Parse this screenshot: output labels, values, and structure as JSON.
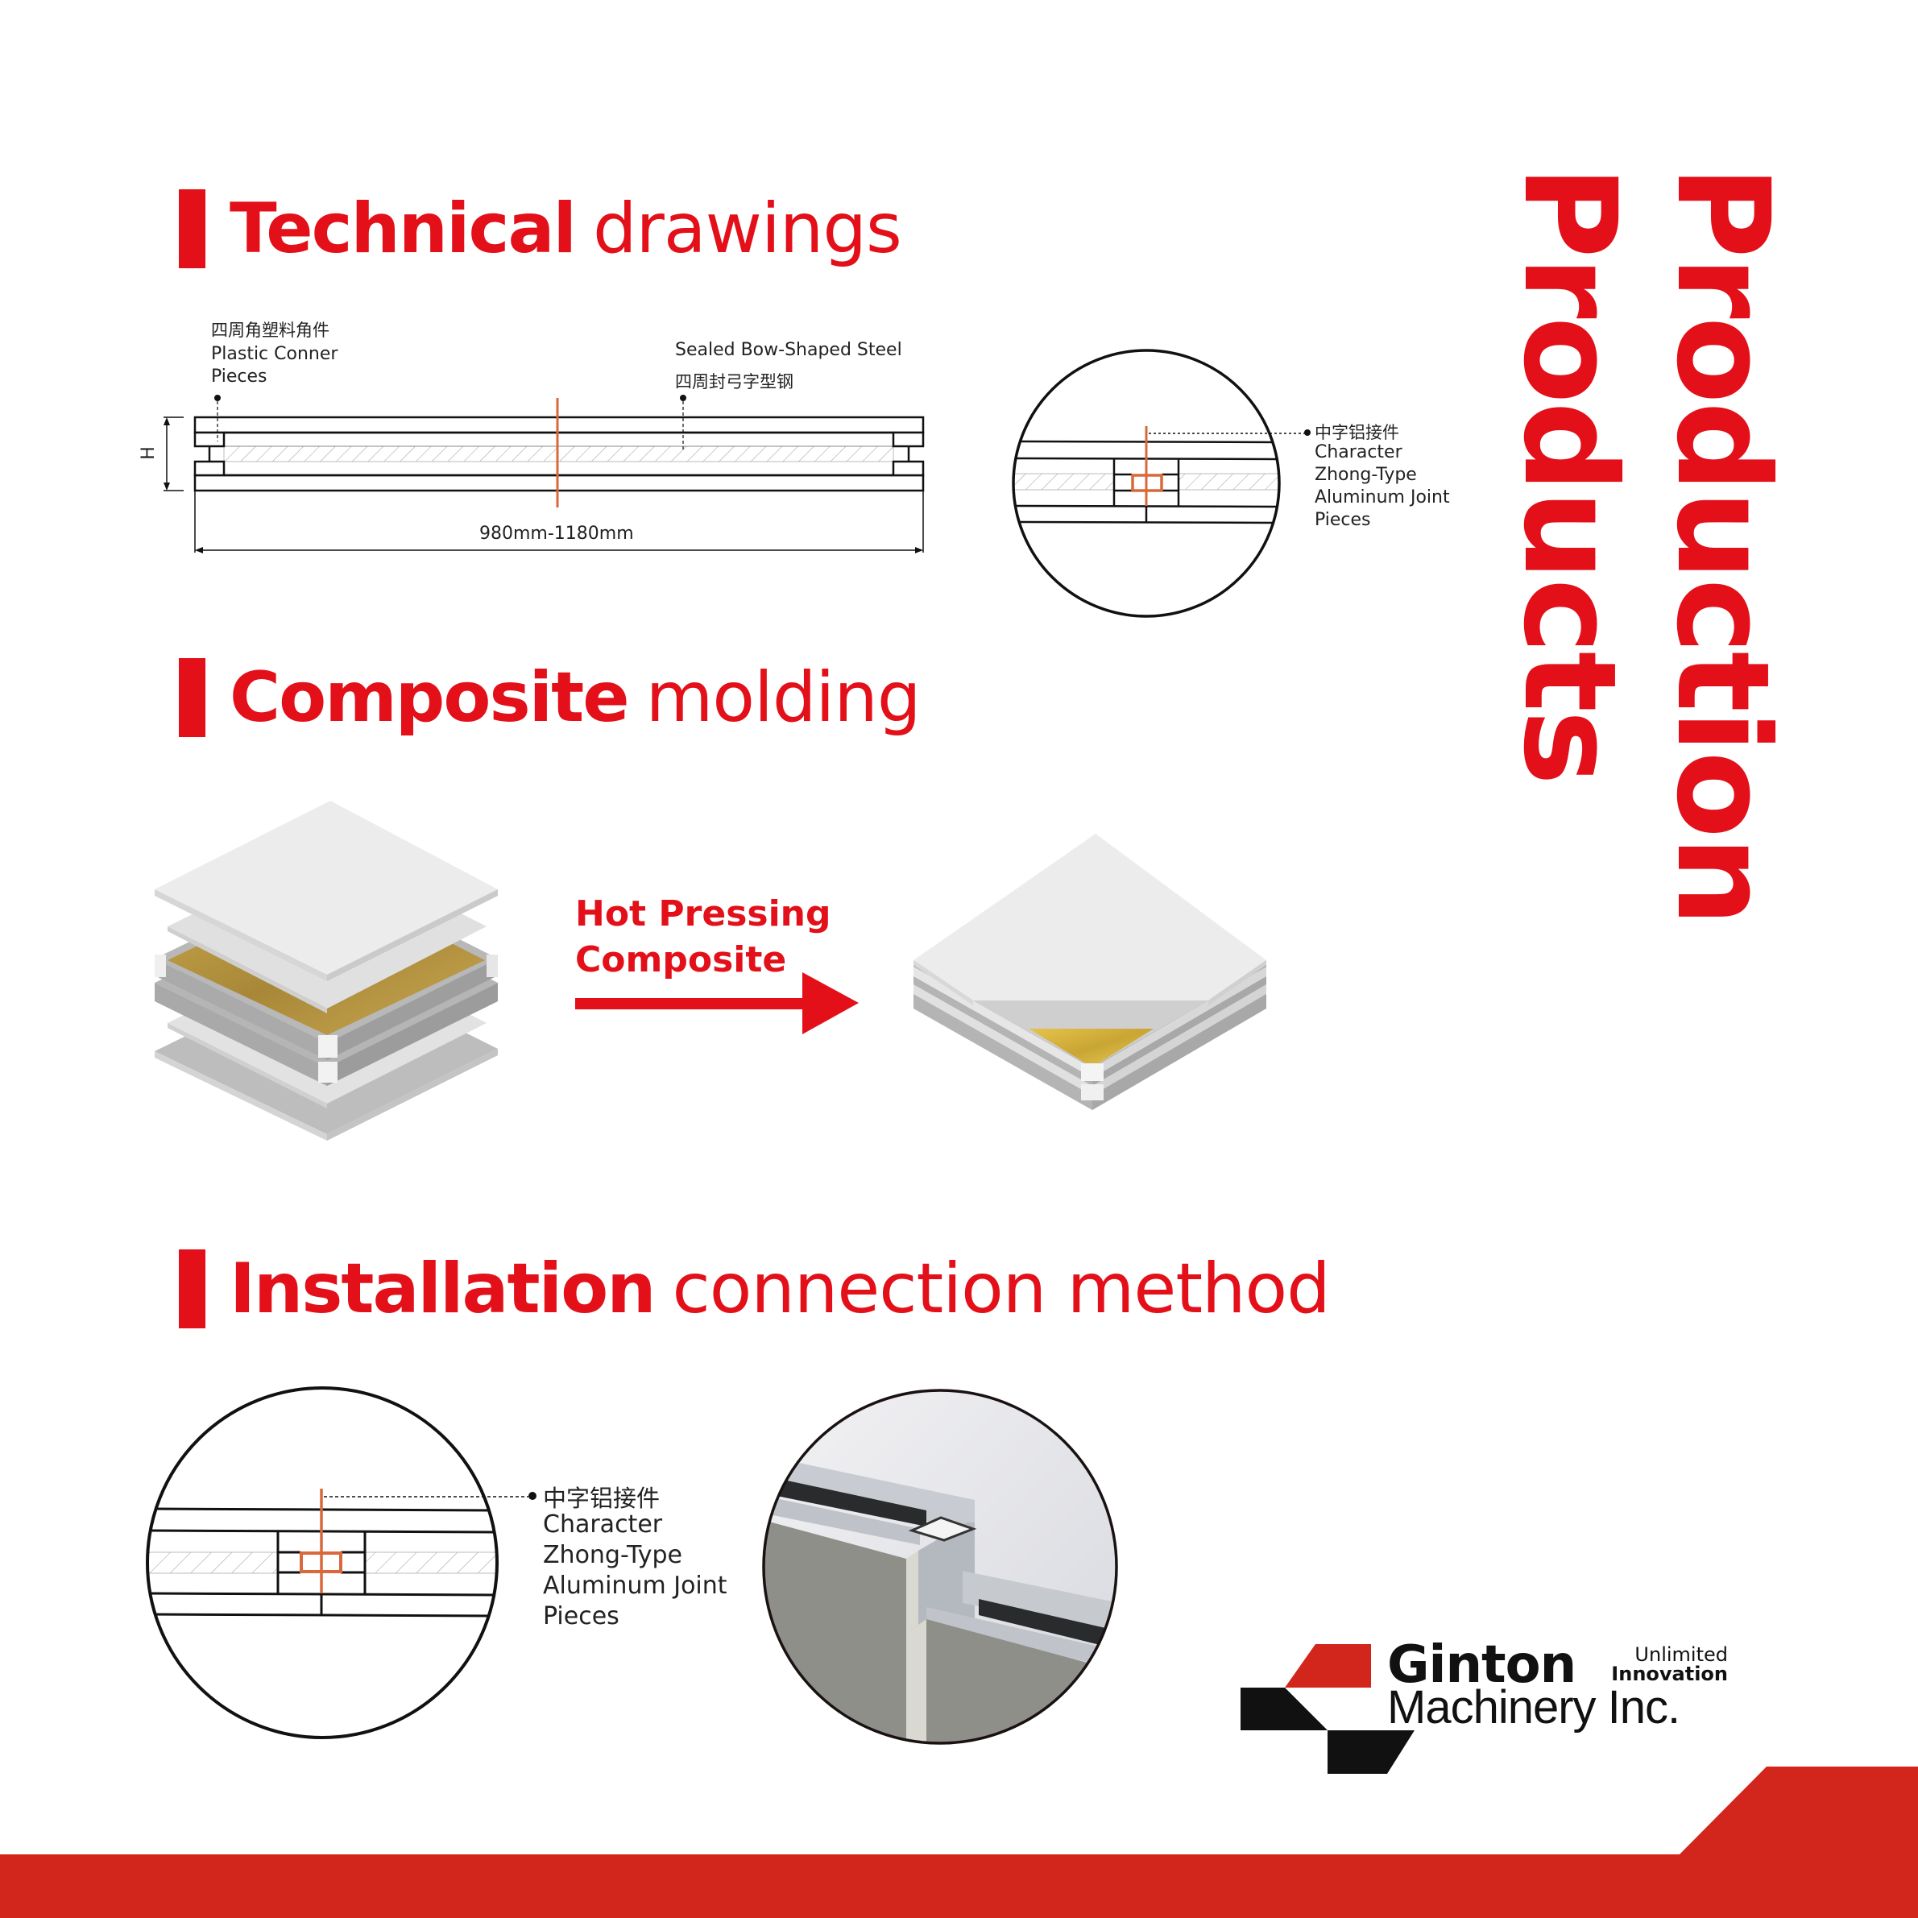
{
  "vertical_title": {
    "line1": "Production",
    "line2": "Products"
  },
  "sections": [
    {
      "bold": "Technical",
      "light": "drawings"
    },
    {
      "bold": "Composite",
      "light": "molding"
    },
    {
      "bold": "Installation",
      "light": "connection method"
    }
  ],
  "technical_drawing": {
    "left_label": {
      "zh": "四周角塑料角件",
      "en_line1": "Plastic Conner",
      "en_line2": "Pieces"
    },
    "right_label": {
      "en": "Sealed Bow-Shaped Steel",
      "zh": "四周封弓字型钢"
    },
    "height_label": "H",
    "width_dimension": "980mm-1180mm",
    "detail_label": {
      "zh": "中字铝接件",
      "en_lines": [
        "Character",
        "Zhong-Type",
        "Aluminum Joint",
        "Pieces"
      ]
    }
  },
  "composite": {
    "process_line1": "Hot Pressing",
    "process_line2": "Composite"
  },
  "installation": {
    "detail_label": {
      "zh": "中字铝接件",
      "en_lines": [
        "Character",
        "Zhong-Type",
        "Aluminum Joint",
        "Pieces"
      ]
    }
  },
  "logo": {
    "name": "Ginton",
    "subtitle": "Machinery Inc.",
    "tagline_line1": "Unlimited",
    "tagline_line2": "Innovation"
  },
  "colors": {
    "accent_red": "#e3101a",
    "footer_red": "#d2251b",
    "joint_orange": "#d9683a",
    "text_dark": "#222222"
  }
}
